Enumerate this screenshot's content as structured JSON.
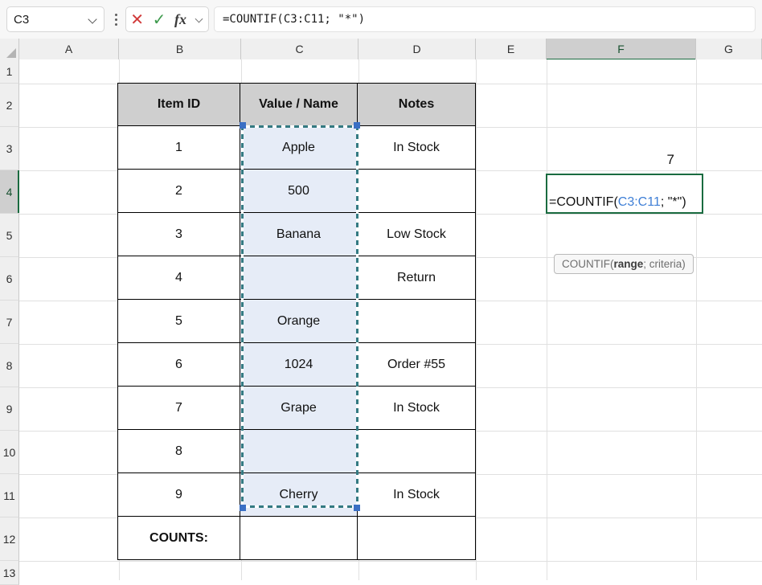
{
  "formula_bar": {
    "name_box_value": "C3",
    "formula_value": "=COUNTIF(C3:C11; \"*\")",
    "cancel_icon": "✕",
    "accept_icon": "✓",
    "fx_label": "fx"
  },
  "grid": {
    "columns": [
      "A",
      "B",
      "C",
      "D",
      "E",
      "F",
      "G"
    ],
    "active_column": "F",
    "rows": [
      "1",
      "2",
      "3",
      "4",
      "5",
      "6",
      "7",
      "8",
      "9",
      "10",
      "11",
      "12",
      "13"
    ],
    "active_row": "4"
  },
  "table": {
    "headers": [
      "Item ID",
      "Value / Name",
      "Notes"
    ],
    "rows": [
      {
        "id": "1",
        "value": "Apple",
        "notes": "In Stock"
      },
      {
        "id": "2",
        "value": "500",
        "notes": ""
      },
      {
        "id": "3",
        "value": "Banana",
        "notes": "Low Stock"
      },
      {
        "id": "4",
        "value": "",
        "notes": "Return"
      },
      {
        "id": "5",
        "value": "Orange",
        "notes": ""
      },
      {
        "id": "6",
        "value": "1024",
        "notes": "Order #55"
      },
      {
        "id": "7",
        "value": "Grape",
        "notes": "In Stock"
      },
      {
        "id": "8",
        "value": "",
        "notes": ""
      },
      {
        "id": "9",
        "value": "Cherry",
        "notes": "In Stock"
      }
    ],
    "footer": {
      "label": "COUNTS:",
      "value": "",
      "notes": ""
    }
  },
  "cells": {
    "f3_result": "7",
    "f4_formula_prefix": "=COUNTIF(",
    "f4_formula_ref": "C3:C11",
    "f4_formula_suffix": "; \"*\")"
  },
  "tooltip": {
    "prefix": "COUNTIF(",
    "bold": "range",
    "suffix": "; criteria)"
  },
  "colors": {
    "header_fill": "#cfcfcf",
    "selection_fill": "#e6ecf7",
    "selection_border": "#347a82",
    "handle": "#3a6fc4",
    "active_green": "#1a6b40",
    "ref_blue": "#3f7fd6"
  }
}
